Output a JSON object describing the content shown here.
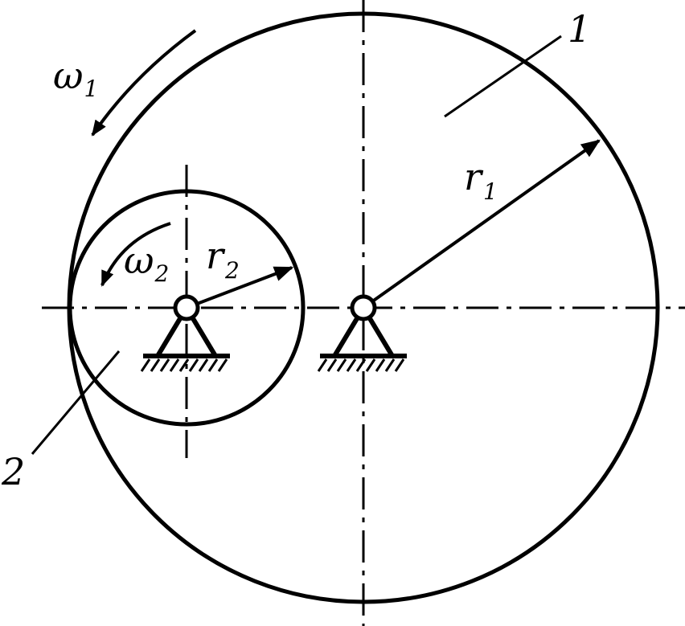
{
  "labels": {
    "gear1": "1",
    "gear2": "2",
    "omega": "ω",
    "omega1_sub": "1",
    "omega2_sub": "2",
    "r": "r",
    "r1_sub": "1",
    "r2_sub": "2"
  },
  "colors": {
    "line": "#000000",
    "background": "#ffffff"
  }
}
